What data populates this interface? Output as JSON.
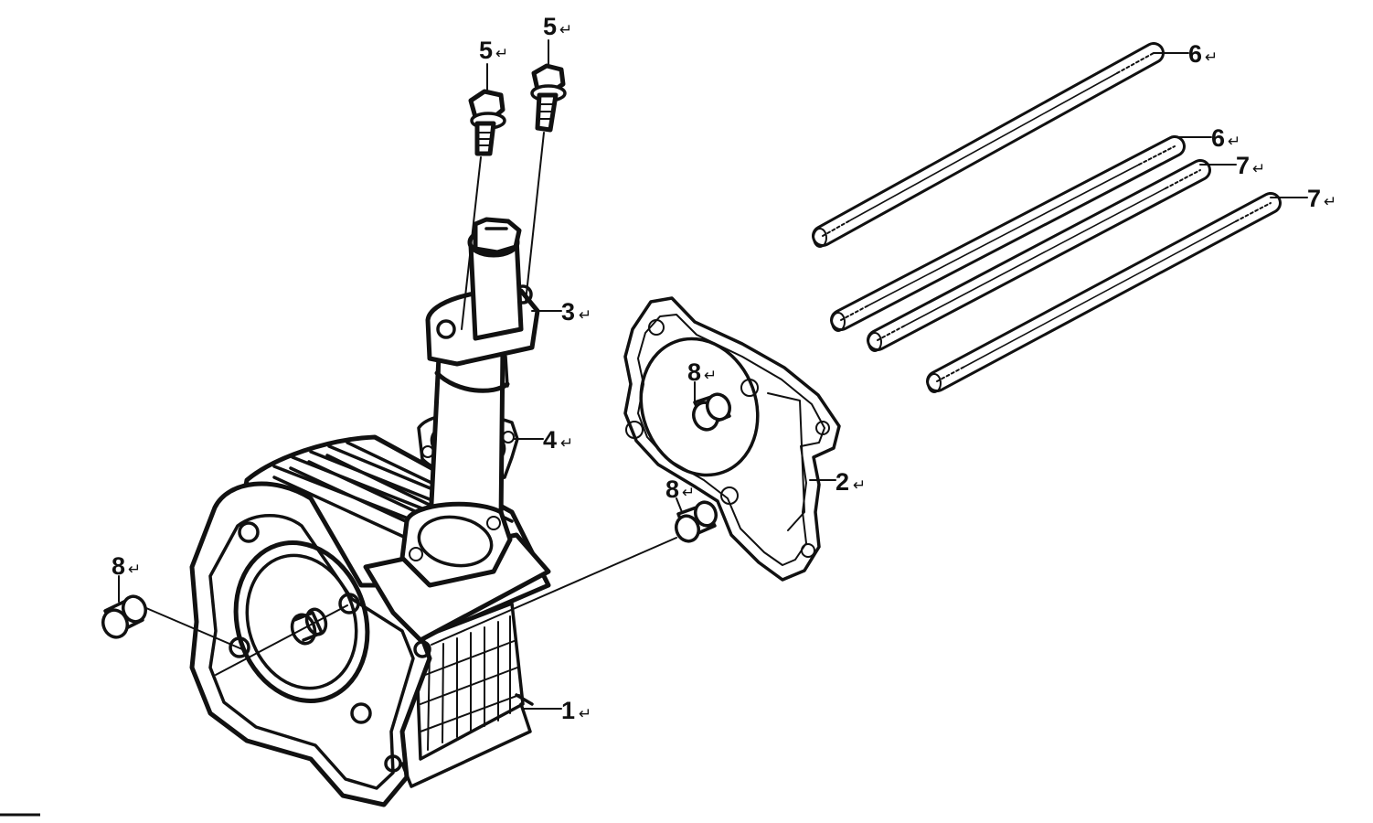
{
  "diagram": {
    "parts": [
      {
        "key": "p1",
        "callout": "1",
        "part": "cylinder-block"
      },
      {
        "key": "p2",
        "callout": "2",
        "part": "cylinder-base-gasket"
      },
      {
        "key": "p3",
        "callout": "3",
        "part": "cam-chain-tensioner"
      },
      {
        "key": "p4",
        "callout": "4",
        "part": "tensioner-gasket"
      },
      {
        "key": "p5a",
        "callout": "5",
        "part": "flange-bolt"
      },
      {
        "key": "p5b",
        "callout": "5",
        "part": "flange-bolt"
      },
      {
        "key": "p6a",
        "callout": "6",
        "part": "stud-bolt"
      },
      {
        "key": "p6b",
        "callout": "6",
        "part": "stud-bolt"
      },
      {
        "key": "p7a",
        "callout": "7",
        "part": "stud-bolt"
      },
      {
        "key": "p7b",
        "callout": "7",
        "part": "stud-bolt"
      },
      {
        "key": "p8a",
        "callout": "8",
        "part": "dowel-pin"
      },
      {
        "key": "p8b",
        "callout": "8",
        "part": "dowel-pin"
      },
      {
        "key": "p8c",
        "callout": "8",
        "part": "dowel-pin"
      }
    ],
    "return_mark": "↵",
    "ink_color": "#111111",
    "paper_color": "#ffffff"
  }
}
